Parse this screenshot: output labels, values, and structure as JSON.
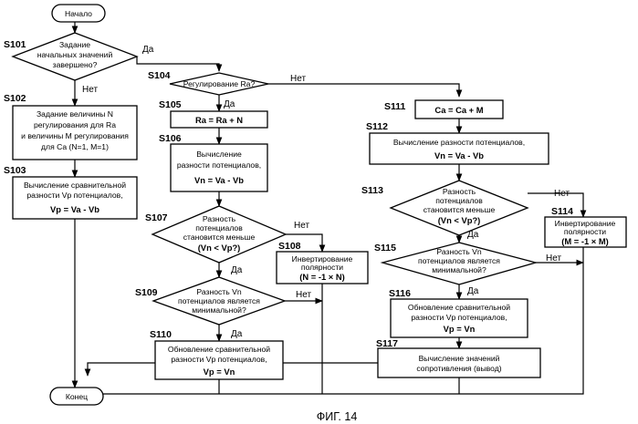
{
  "diagram": {
    "caption": "ФИГ. 14",
    "nodes": {
      "start": "Начало",
      "end": "Конец",
      "s101": {
        "step": "S101",
        "lines": [
          "Задание",
          "начальных значений",
          "завершено?"
        ]
      },
      "s102": {
        "step": "S102",
        "lines": [
          "Задание величины N",
          "регулирования для Ra",
          "и величины M регулирования",
          "для Ca (N=1, M=1)"
        ]
      },
      "s103": {
        "step": "S103",
        "lines": [
          "Вычисление сравнительной",
          "разности Vp потенциалов,"
        ],
        "formula": "Vp = Va - Vb"
      },
      "s104": {
        "step": "S104",
        "lines": [
          "Регулирование Ra?"
        ]
      },
      "s105": {
        "step": "S105",
        "formula": "Ra = Ra + N"
      },
      "s106": {
        "step": "S106",
        "lines": [
          "Вычисление",
          "разности потенциалов,"
        ],
        "formula": "Vn = Va - Vb"
      },
      "s107": {
        "step": "S107",
        "lines": [
          "Разность",
          "потенциалов",
          "становится меньше"
        ],
        "formula": "(Vn < Vp?)"
      },
      "s108": {
        "step": "S108",
        "lines": [
          "Инвертирование",
          "полярности"
        ],
        "formula": "(N = -1 × N)"
      },
      "s109": {
        "step": "S109",
        "lines": [
          "Разность Vn",
          "потенциалов является",
          "минимальной?"
        ]
      },
      "s110": {
        "step": "S110",
        "lines": [
          "Обновление сравнительной",
          "разности Vp потенциалов,"
        ],
        "formula": "Vp = Vn"
      },
      "s111": {
        "step": "S111",
        "formula": "Ca = Ca + M"
      },
      "s112": {
        "step": "S112",
        "lines": [
          "Вычисление разности потенциалов,"
        ],
        "formula": "Vn = Va - Vb"
      },
      "s113": {
        "step": "S113",
        "lines": [
          "Разность",
          "потенциалов",
          "становится меньше"
        ],
        "formula": "(Vn < Vp?)"
      },
      "s114": {
        "step": "S114",
        "lines": [
          "Инвертирование",
          "полярности"
        ],
        "formula": "(M = -1 × M)"
      },
      "s115": {
        "step": "S115",
        "lines": [
          "Разность Vn",
          "потенциалов является",
          "минимальной?"
        ]
      },
      "s116": {
        "step": "S116",
        "lines": [
          "Обновление сравнительной",
          "разности Vp потенциалов,"
        ],
        "formula": "Vp = Vn"
      },
      "s117": {
        "step": "S117",
        "lines": [
          "Вычисление значений",
          "сопротивления (вывод)"
        ]
      }
    },
    "edge_labels": {
      "yes": "Да",
      "no": "Нет"
    }
  }
}
